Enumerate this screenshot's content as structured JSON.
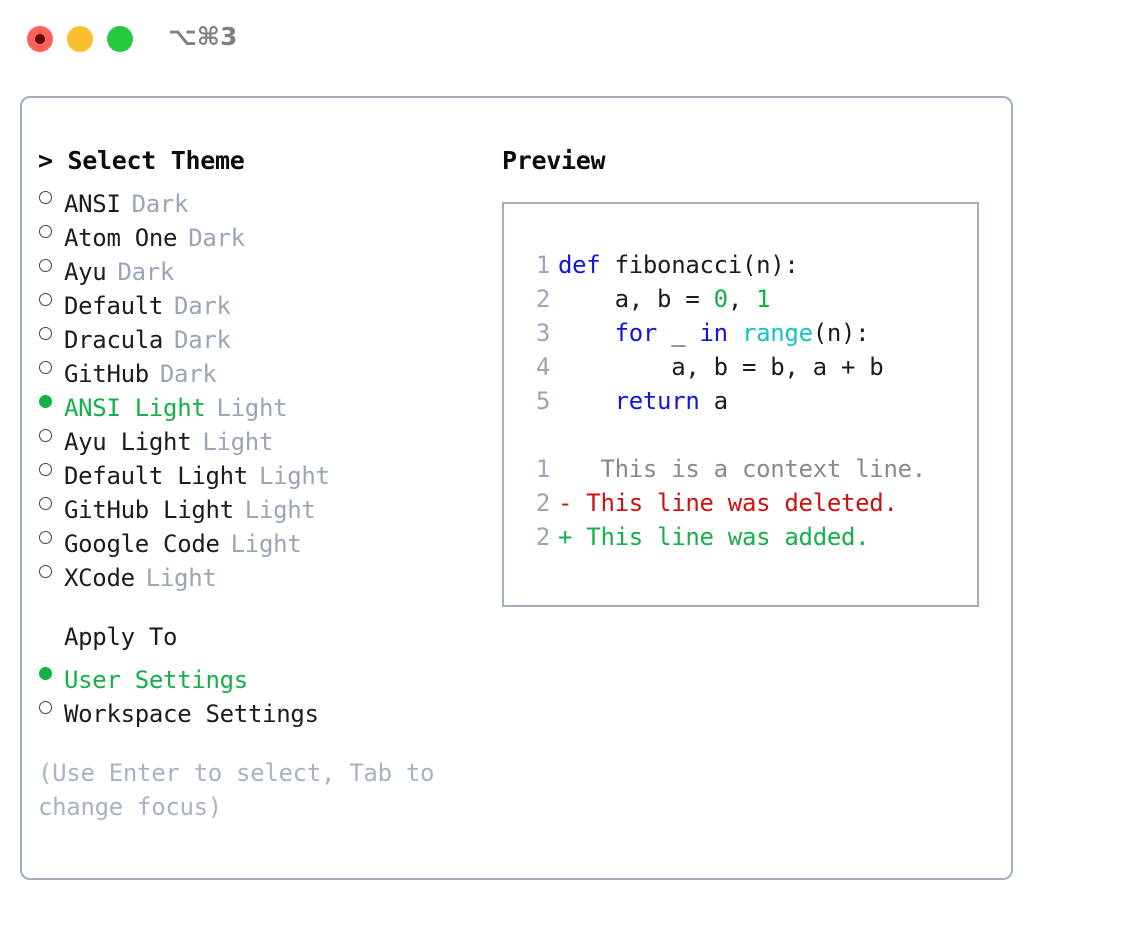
{
  "window": {
    "title_shortcut": "⌥⌘3",
    "traffic_lights": [
      {
        "name": "close",
        "color": "#fc5f57"
      },
      {
        "name": "minimize",
        "color": "#fcbd2e"
      },
      {
        "name": "maximize",
        "color": "#27c93f"
      }
    ]
  },
  "colors": {
    "accent_green": "#16b04b",
    "muted": "#9aa5b5",
    "border": "#a3aebf",
    "keyword_blue": "#1414e0",
    "builtin_cyan": "#14c4c4",
    "diff_del_red": "#cc1111",
    "diff_ctx_gray": "#8a8a8a"
  },
  "left": {
    "heading": "> Select Theme",
    "themes": [
      {
        "name": "ANSI",
        "kind": "Dark",
        "selected": false
      },
      {
        "name": "Atom One",
        "kind": "Dark",
        "selected": false
      },
      {
        "name": "Ayu",
        "kind": "Dark",
        "selected": false
      },
      {
        "name": "Default",
        "kind": "Dark",
        "selected": false
      },
      {
        "name": "Dracula",
        "kind": "Dark",
        "selected": false
      },
      {
        "name": "GitHub",
        "kind": "Dark",
        "selected": false
      },
      {
        "name": "ANSI Light",
        "kind": "Light",
        "selected": true
      },
      {
        "name": "Ayu Light",
        "kind": "Light",
        "selected": false
      },
      {
        "name": "Default Light",
        "kind": "Light",
        "selected": false
      },
      {
        "name": "GitHub Light",
        "kind": "Light",
        "selected": false
      },
      {
        "name": "Google Code",
        "kind": "Light",
        "selected": false
      },
      {
        "name": "XCode",
        "kind": "Light",
        "selected": false
      }
    ],
    "apply_to_header": "Apply To",
    "apply_to": [
      {
        "name": "User Settings",
        "selected": true
      },
      {
        "name": "Workspace Settings",
        "selected": false
      }
    ],
    "hint": "(Use Enter to select, Tab to change focus)"
  },
  "right": {
    "preview_label": "Preview",
    "code_lines": [
      {
        "num": "1",
        "tokens": [
          {
            "t": "def",
            "c": "kw"
          },
          {
            "t": " fibonacci(n):",
            "c": "pl"
          }
        ]
      },
      {
        "num": "2",
        "tokens": [
          {
            "t": "    a, b = ",
            "c": "pl"
          },
          {
            "t": "0",
            "c": "num"
          },
          {
            "t": ", ",
            "c": "pl"
          },
          {
            "t": "1",
            "c": "num"
          }
        ]
      },
      {
        "num": "3",
        "tokens": [
          {
            "t": "    ",
            "c": "pl"
          },
          {
            "t": "for",
            "c": "kw"
          },
          {
            "t": " _ ",
            "c": "pl"
          },
          {
            "t": "in",
            "c": "kw"
          },
          {
            "t": " ",
            "c": "pl"
          },
          {
            "t": "range",
            "c": "bi"
          },
          {
            "t": "(n):",
            "c": "pl"
          }
        ]
      },
      {
        "num": "4",
        "tokens": [
          {
            "t": "        a, b = b, a + b",
            "c": "pl"
          }
        ]
      },
      {
        "num": "5",
        "tokens": [
          {
            "t": "    ",
            "c": "pl"
          },
          {
            "t": "return",
            "c": "kw"
          },
          {
            "t": " a",
            "c": "pl"
          }
        ]
      }
    ],
    "diff_lines": [
      {
        "num": "1",
        "marker": " ",
        "text": "  This is a context line.",
        "kind": "ctx"
      },
      {
        "num": "2",
        "marker": "-",
        "text": " This line was deleted.",
        "kind": "del"
      },
      {
        "num": "2",
        "marker": "+",
        "text": " This line was added.",
        "kind": "add"
      }
    ]
  }
}
